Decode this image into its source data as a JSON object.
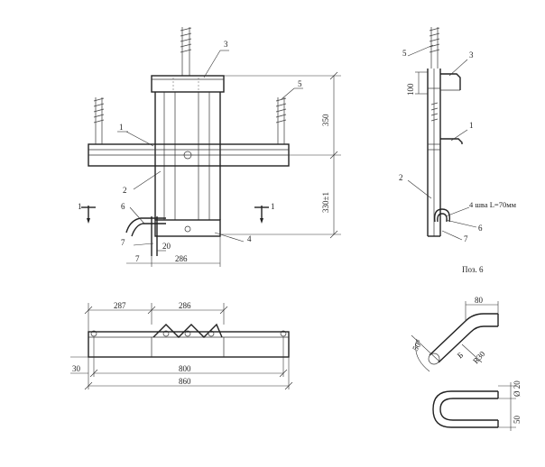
{
  "views": {
    "front": {
      "positions": [
        "1",
        "3",
        "5",
        "1",
        "2",
        "6",
        "7",
        "4",
        "7"
      ],
      "section_mark_left": "1",
      "section_mark_right": "1",
      "dims": {
        "height_top": "350",
        "height_bottom": "330±1",
        "width_bottom": "286",
        "offset_small": "20",
        "offset_seven": "7"
      }
    },
    "side": {
      "positions": [
        "5",
        "3",
        "1",
        "2",
        "6",
        "7"
      ],
      "dims": {
        "height_100": "100"
      },
      "weld_note": "4 шва L=70мм"
    },
    "plan": {
      "dims": {
        "left": "287",
        "mid": "286",
        "overall_800": "800",
        "overall_860": "860",
        "thickness": "30"
      }
    },
    "detail": {
      "caption": "Поз. 6",
      "dims": {
        "length": "80",
        "angle": "50°",
        "radius": "R30",
        "cut": "Б",
        "diameter": "Ø 20",
        "width": "50"
      }
    }
  }
}
